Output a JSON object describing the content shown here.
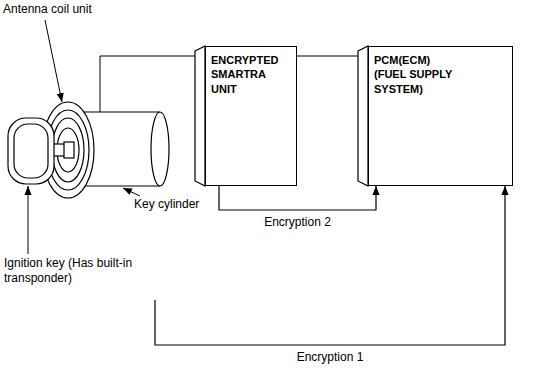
{
  "diagram": {
    "nodes": [
      {
        "text": [
          "ENCRYPTED SMARTRA UNIT"
        ]
      },
      {
        "text": [
          "PCM(ECM) (FUEL SUPPLY SYSTEM)"
        ]
      }
    ],
    "edges": [
      {
        "from": 0,
        "to": 1,
        "arrow": "none"
      },
      {
        "from": 0,
        "to": 1,
        "label": "Encryption 2",
        "arrow": "to"
      }
    ],
    "labels": [
      "Antenna coil unit",
      "Key cylinder",
      "Ignition key (Has built-in transponder)",
      "Encryption 1"
    ]
  }
}
